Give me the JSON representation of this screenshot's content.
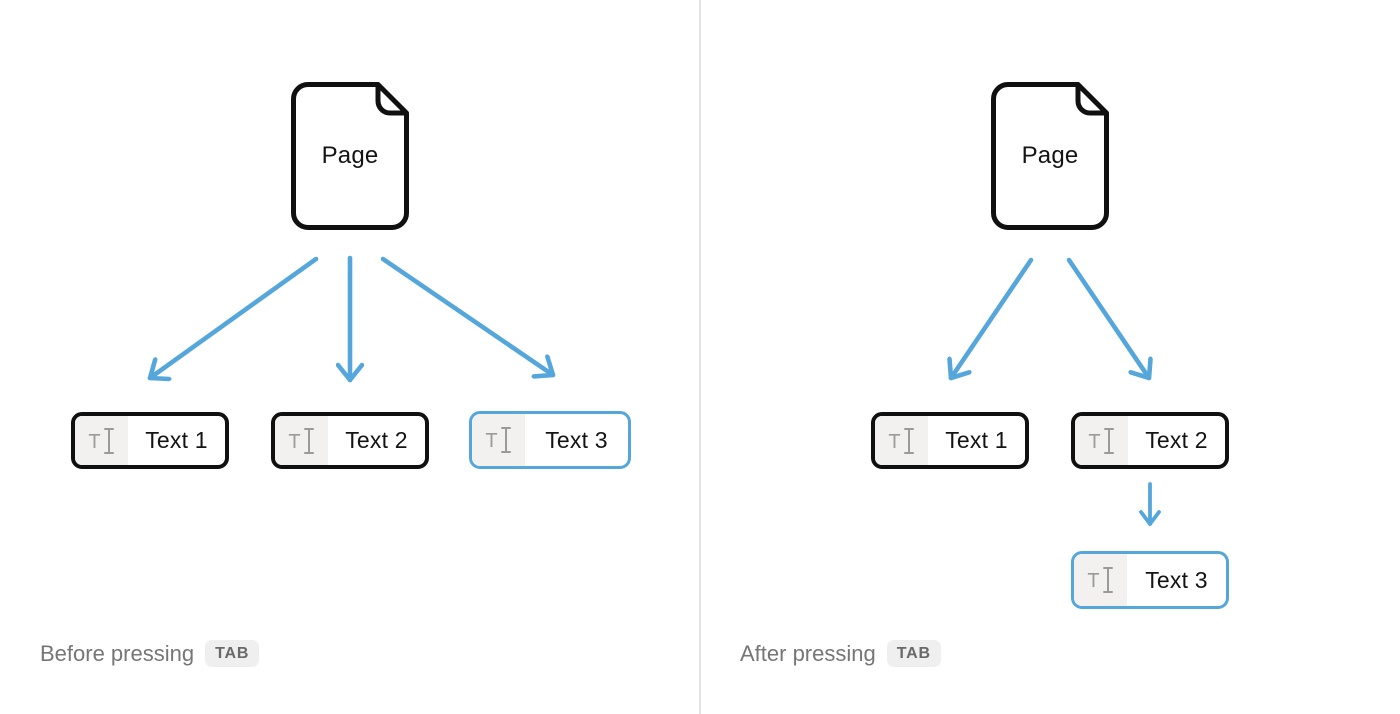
{
  "colors": {
    "accent_blue": "#55a6db",
    "outline_black": "#101010",
    "icon_gray": "#9a9a9a",
    "icon_cell_bg": "#f2f1f0",
    "caption_gray": "#767676",
    "kbd_bg": "#efefef",
    "kbd_text": "#696969",
    "divider": "#e4e4e4"
  },
  "icons": {
    "text_block_glyph": "T"
  },
  "panels": [
    {
      "name": "before",
      "page_label": "Page",
      "blocks": [
        {
          "label": "Text 1",
          "highlighted": false
        },
        {
          "label": "Text 2",
          "highlighted": false
        },
        {
          "label": "Text 3",
          "highlighted": true
        }
      ],
      "caption": "Before pressing",
      "key_label": "TAB"
    },
    {
      "name": "after",
      "page_label": "Page",
      "blocks": [
        {
          "label": "Text 1",
          "highlighted": false
        },
        {
          "label": "Text 2",
          "highlighted": false
        },
        {
          "label": "Text 3",
          "highlighted": true
        }
      ],
      "caption": "After pressing",
      "key_label": "TAB"
    }
  ]
}
